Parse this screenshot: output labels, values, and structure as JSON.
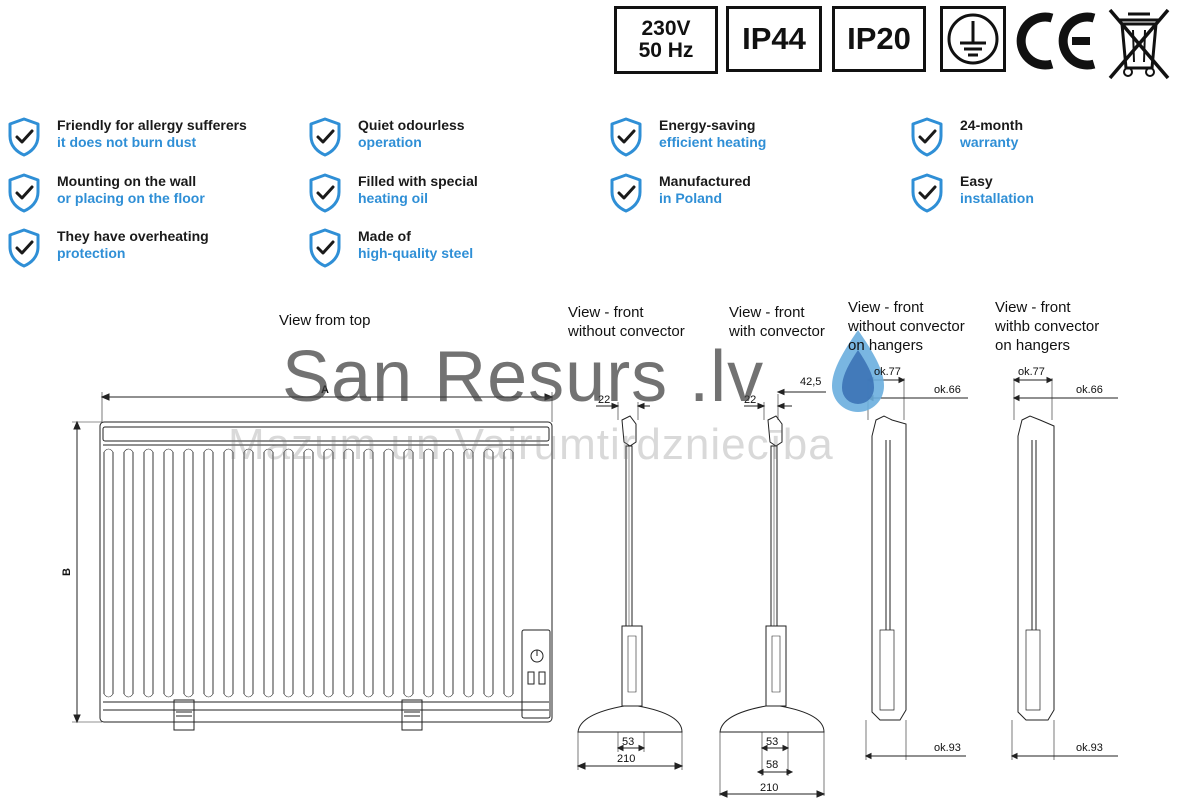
{
  "badges": {
    "voltage_line1": "230V",
    "voltage_line2": "50 Hz",
    "ip_a": "IP44",
    "ip_b": "IP20",
    "ground_icon": "protective-earth-icon",
    "ce_icon": "ce-mark-icon",
    "weee_icon": "crossed-bin-icon"
  },
  "features": [
    {
      "line1": "Friendly for allergy sufferers",
      "line2": "it does not burn dust"
    },
    {
      "line1": "Quiet odourless",
      "line2": "operation"
    },
    {
      "line1": "Energy-saving",
      "line2": "efficient heating"
    },
    {
      "line1": "24-month",
      "line2": "warranty"
    },
    {
      "line1": "Mounting on the wall",
      "line2": "or placing on the floor"
    },
    {
      "line1": "Filled with special",
      "line2": "heating oil"
    },
    {
      "line1": "Manufactured",
      "line2": "in Poland"
    },
    {
      "line1": "Easy",
      "line2": "installation"
    },
    {
      "line1": "They have overheating",
      "line2": "protection"
    },
    {
      "line1": "Made of",
      "line2": "high-quality steel"
    }
  ],
  "colors": {
    "accent": "#2f8fd6",
    "text": "#1a1a1a"
  },
  "views": {
    "top": "View from top",
    "front_no_conv_1": "View - front",
    "front_no_conv_2": "without convector",
    "front_conv_1": "View - front",
    "front_conv_2": "with convector",
    "hang_no_conv_1": "View - front",
    "hang_no_conv_2": "without convector",
    "hang_no_conv_3": "on hangers",
    "hang_conv_1": "View - front",
    "hang_conv_2": "withb convector",
    "hang_conv_3": "on hangers"
  },
  "dims": {
    "a": "A",
    "b": "B",
    "d22a": "22",
    "d22b": "22",
    "d425": "42,5",
    "d53a": "53",
    "d210a": "210",
    "d53b": "53",
    "d58": "58",
    "d210b": "210",
    "ok77a": "ok.77",
    "ok66a": "ok.66",
    "ok93a": "ok.93",
    "ok77b": "ok.77",
    "ok66b": "ok.66",
    "ok93b": "ok.93"
  },
  "watermark": {
    "main": "San Resurs .lv",
    "sub": "Mazum un Vairumtirdzniecība",
    "drop_icon": "water-drop-icon"
  }
}
